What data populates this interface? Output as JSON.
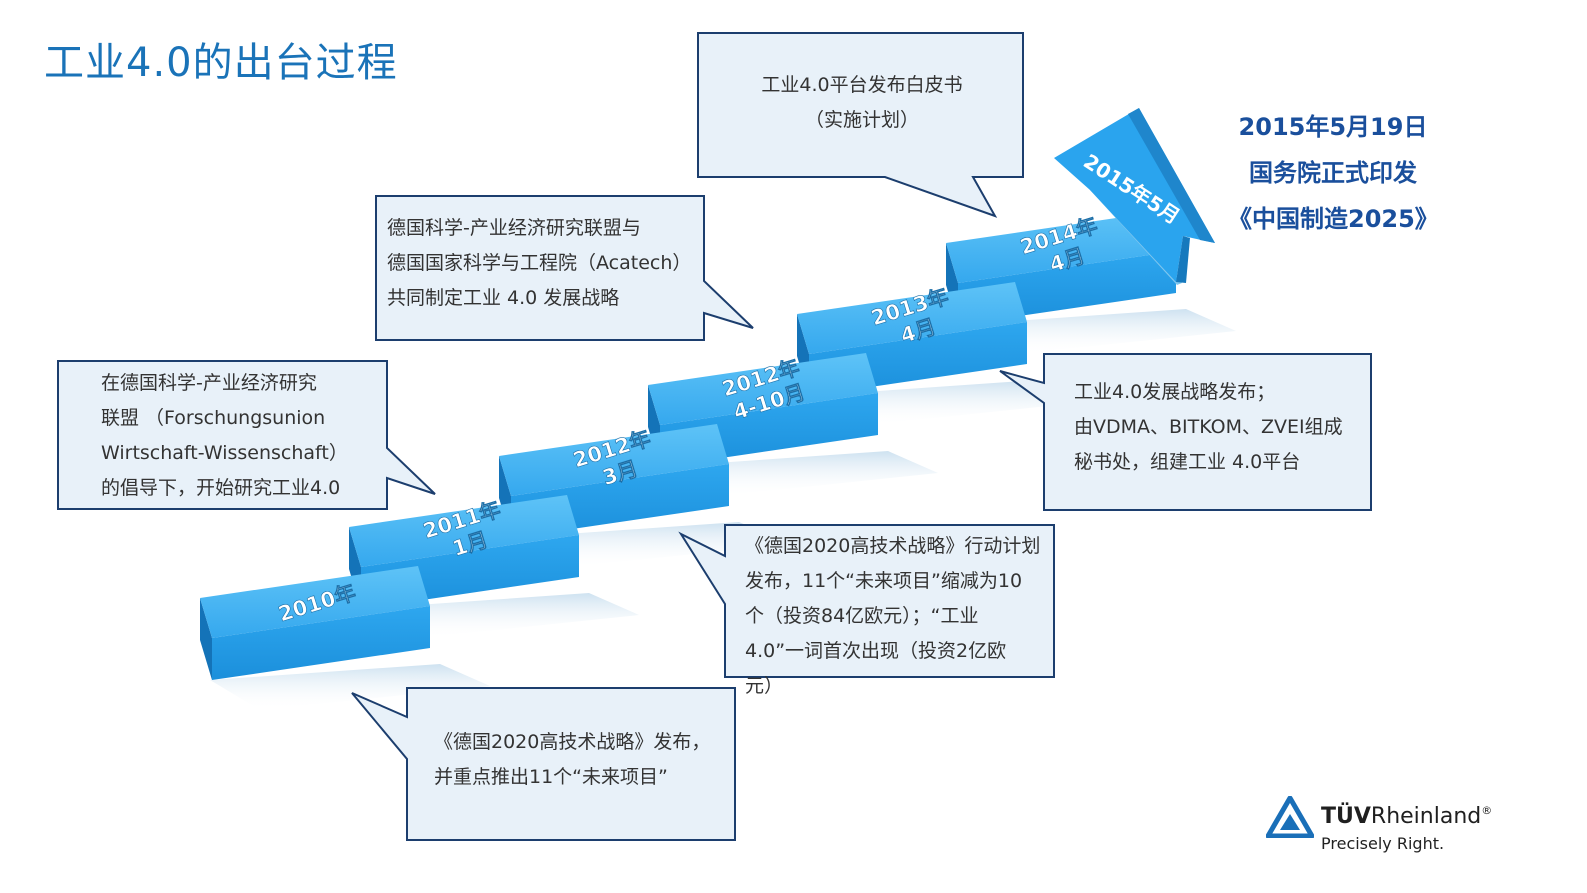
{
  "title": "工业4.0的出台过程",
  "steps": [
    {
      "line1": "2010年",
      "line2": ""
    },
    {
      "line1": "2011年",
      "line2": "1月"
    },
    {
      "line1": "2012年",
      "line2": "3月"
    },
    {
      "line1": "2012年",
      "line2": "4-10月"
    },
    {
      "line1": "2013年",
      "line2": "4月"
    },
    {
      "line1": "2014年",
      "line2": "4月"
    }
  ],
  "arrow_label": "2015年5月",
  "callouts": {
    "white_paper": [
      "工业4.0平台发布白皮书",
      "（实施计划）"
    ],
    "acatech": [
      "德国科学-产业经济研究联盟与",
      "德国国家科学与工程院（Acatech）",
      "共同制定工业 4.0 发展战略"
    ],
    "forschung": [
      "在德国科学-产业经济研究",
      "联盟 （Forschungsunion",
      "Wirtschaft-Wissenschaft）",
      "的倡导下，开始研究工业4.0"
    ],
    "strategy": [
      "工业4.0发展战略发布；",
      "由VDMA、BITKOM、ZVEI组成",
      "秘书处，组建工业 4.0平台"
    ],
    "action_plan": [
      "《德国2020高技术战略》行动计划",
      "发布，11个“未来项目”缩减为10",
      "个（投资84亿欧元）；“工业",
      "4.0”一词首次出现（投资2亿欧",
      "元）"
    ],
    "hightech": [
      "《德国2020高技术战略》发布，",
      "并重点推出11个“未来项目”"
    ]
  },
  "headline": [
    "2015年5月19日",
    "国务院正式印发",
    "《中国制造2025》"
  ],
  "logo": {
    "brand_bold": "TÜV",
    "brand_rest": "Rheinland",
    "reg": "®",
    "tagline": "Precisely Right."
  },
  "colors": {
    "title": "#1a73b8",
    "step_top": "#46b4f3",
    "step_front": "#1d9ce8",
    "step_side": "#1473b8",
    "headline": "#1a4f9c",
    "callout_fill": "#e8f1f9",
    "callout_border": "#1c3e6e"
  }
}
